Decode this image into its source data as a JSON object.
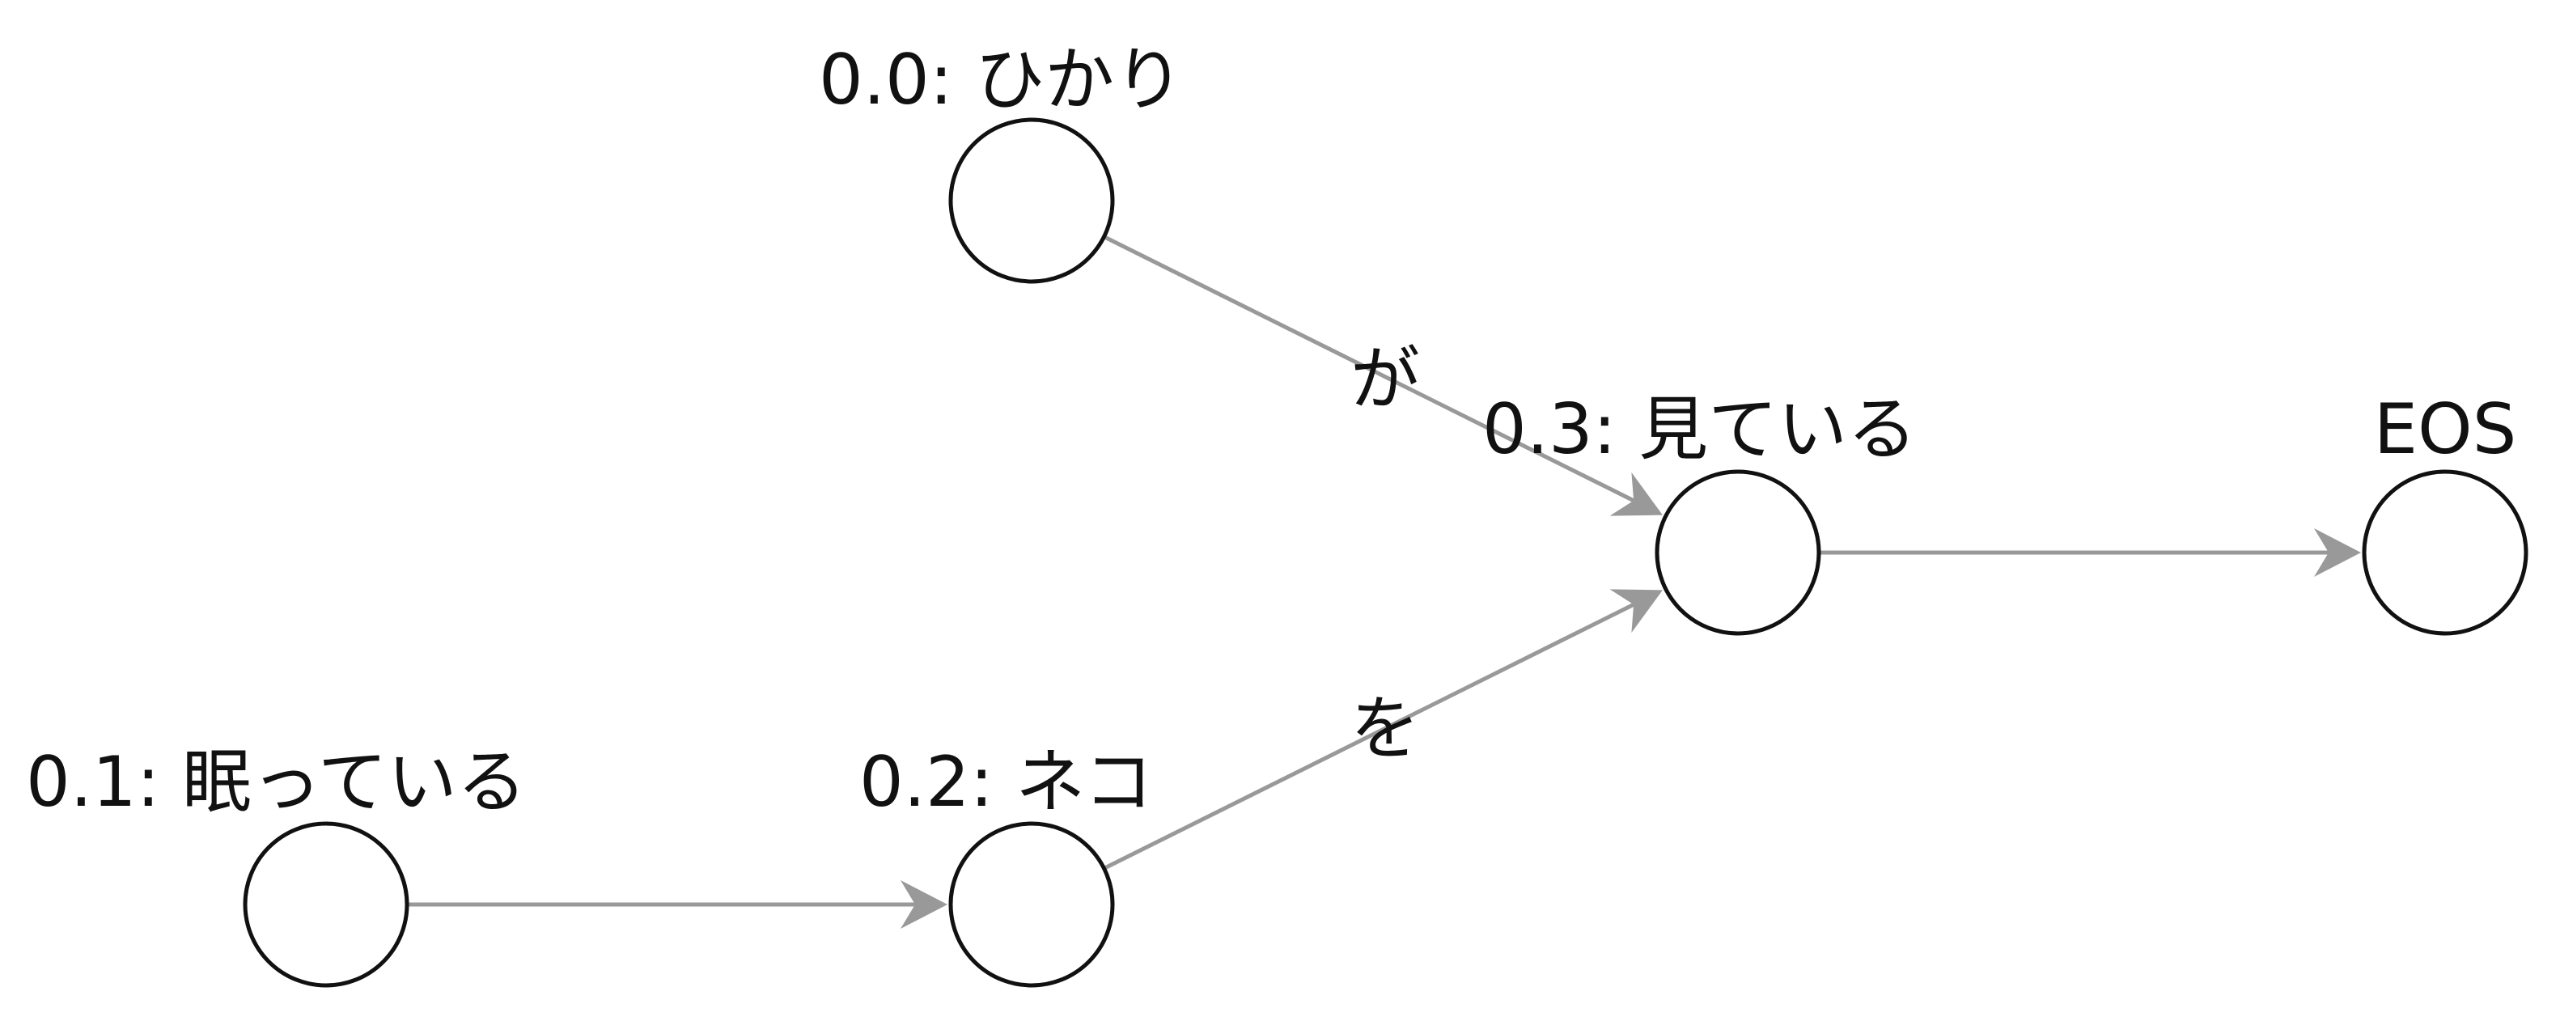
{
  "diagram": {
    "nodes": [
      {
        "id": "n00",
        "label": "0.0: ひかり"
      },
      {
        "id": "n01",
        "label": "0.1: 眠っている"
      },
      {
        "id": "n02",
        "label": "0.2: ネコ"
      },
      {
        "id": "n03",
        "label": "0.3: 見ている"
      },
      {
        "id": "eos",
        "label": "EOS"
      }
    ],
    "edges": [
      {
        "from": "n00",
        "to": "n03",
        "label": "が"
      },
      {
        "from": "n01",
        "to": "n02",
        "label": ""
      },
      {
        "from": "n02",
        "to": "n03",
        "label": "を"
      },
      {
        "from": "n03",
        "to": "eos",
        "label": ""
      }
    ],
    "colors": {
      "edge": "#999999",
      "node_stroke": "#111111",
      "text": "#111111"
    }
  }
}
